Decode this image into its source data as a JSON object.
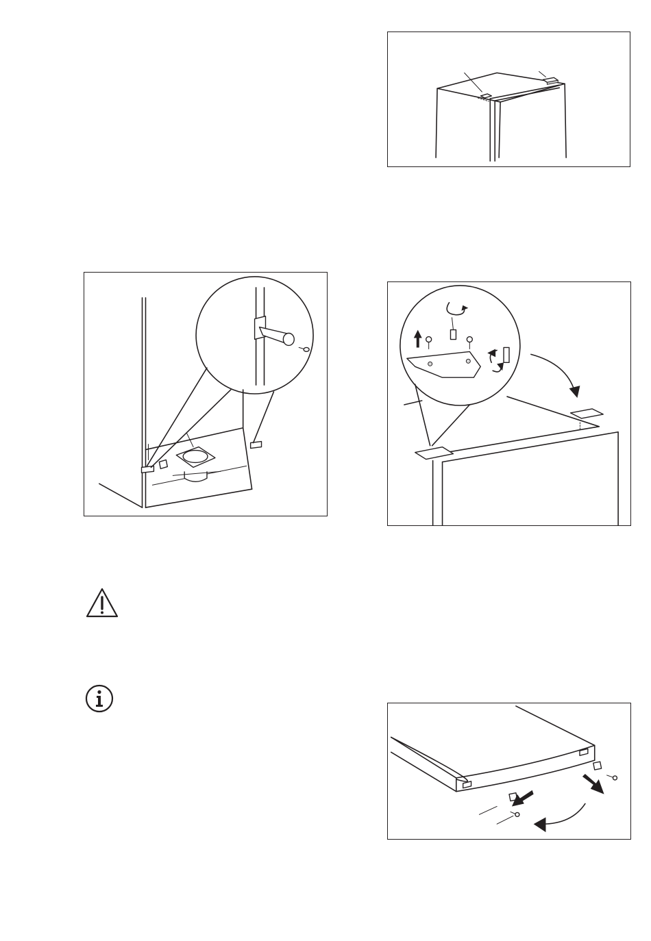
{
  "page": {
    "figures": [
      {
        "id": "fig-top-right",
        "icon": "appliance-top-hinge-covers"
      },
      {
        "id": "fig-left",
        "icon": "door-hinge-pin-detail"
      },
      {
        "id": "fig-middle-right",
        "icon": "top-hinge-plate-swap"
      },
      {
        "id": "fig-bottom-right",
        "icon": "door-bottom-pivot-swap"
      }
    ],
    "symbols": [
      {
        "id": "warning",
        "icon": "warning-triangle-icon"
      },
      {
        "id": "info",
        "icon": "info-circle-icon"
      }
    ]
  }
}
